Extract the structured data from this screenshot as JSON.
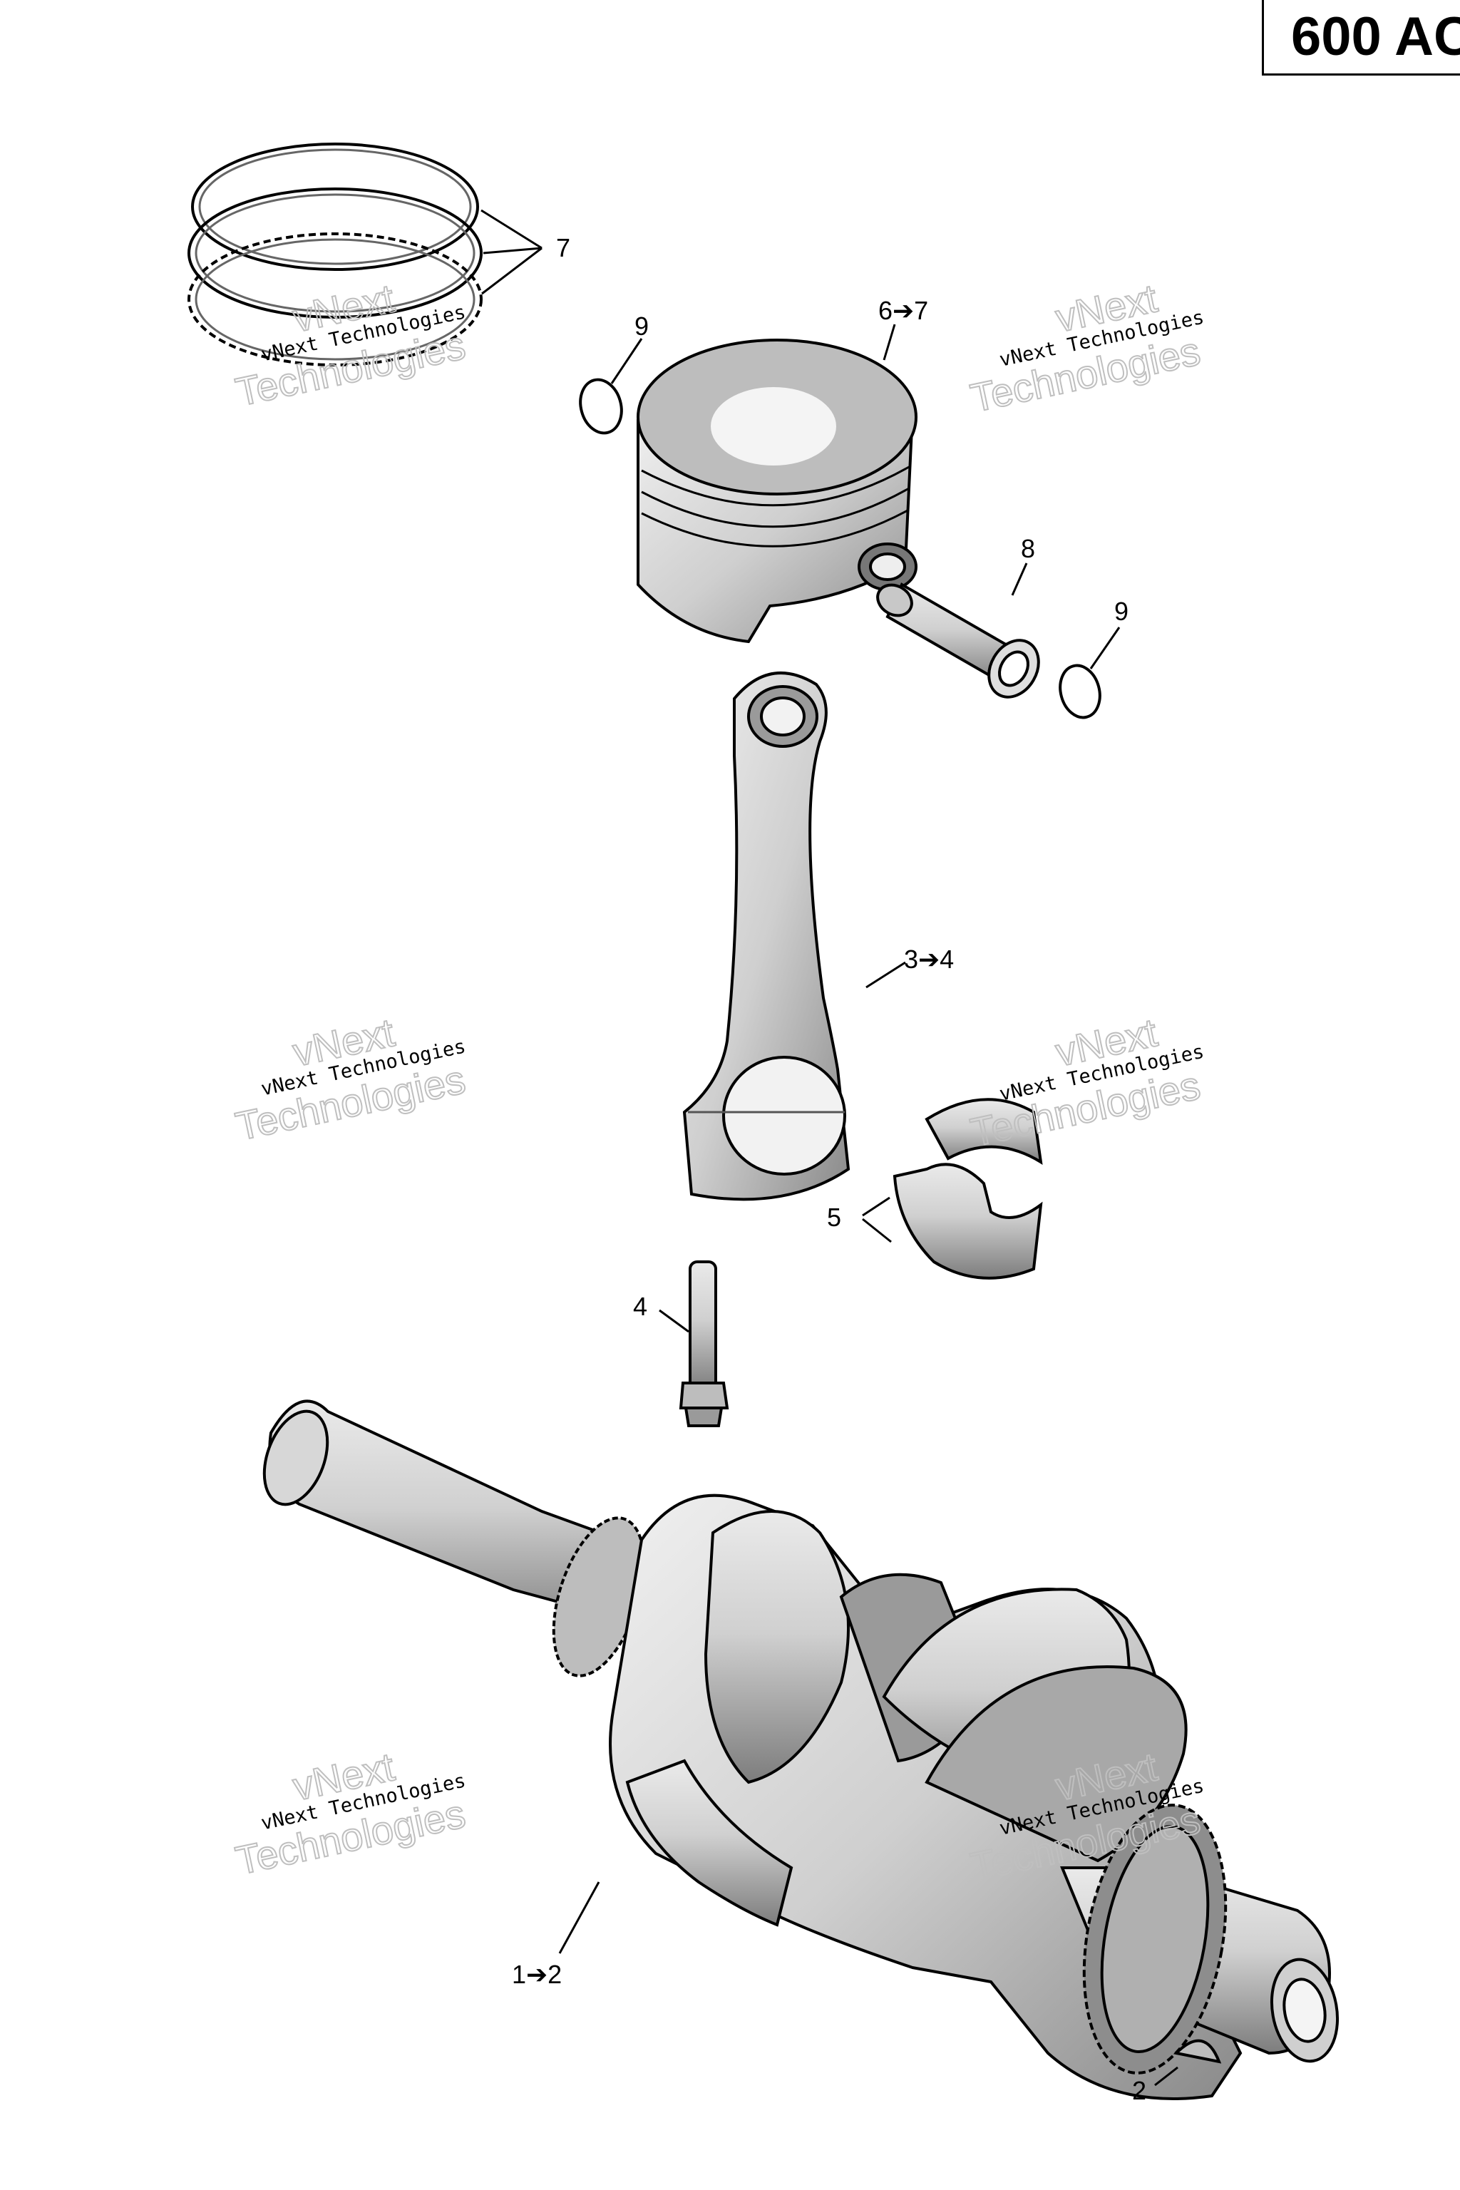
{
  "title": "600 AC",
  "watermark": {
    "line1": "vNext Technologies",
    "line2": "vNext",
    "line3": "Technologies"
  },
  "callouts": {
    "rings": "7",
    "piston": "6➔7",
    "circlip_left": "9",
    "circlip_right": "9",
    "pin": "8",
    "rod": "3➔4",
    "bearing": "5",
    "bolt": "4",
    "crankshaft": "1➔2",
    "key": "2"
  },
  "colors": {
    "line": "#000000",
    "part_fill": "#d9d9d9",
    "part_shade": "#9a9a9a",
    "highlight": "#f2f2f2"
  }
}
